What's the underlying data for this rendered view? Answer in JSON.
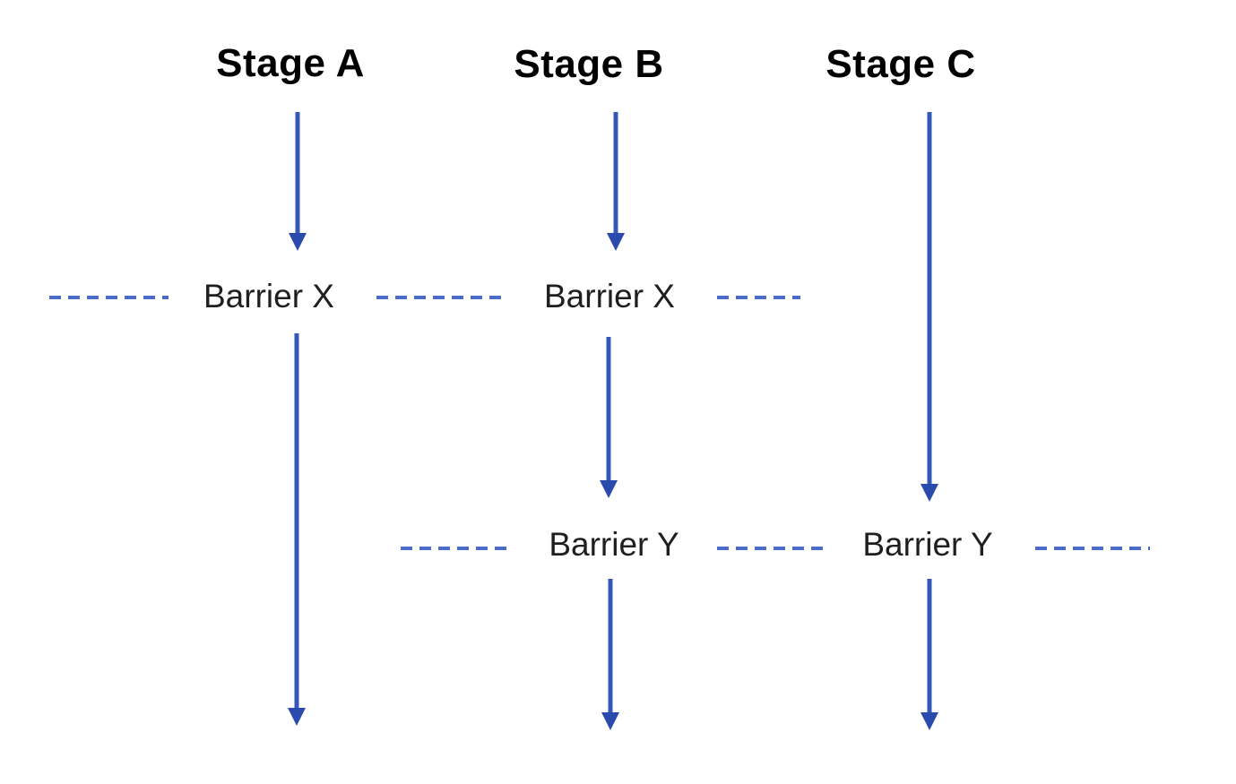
{
  "diagram": {
    "stages": [
      {
        "label": "Stage A"
      },
      {
        "label": "Stage B"
      },
      {
        "label": "Stage C"
      }
    ],
    "barriers": [
      {
        "label": "Barrier X",
        "column": "Stage A"
      },
      {
        "label": "Barrier X",
        "column": "Stage B"
      },
      {
        "label": "Barrier Y",
        "column": "Stage B"
      },
      {
        "label": "Barrier Y",
        "column": "Stage C"
      }
    ],
    "colors": {
      "arrow_stem": "#3557ba",
      "arrow_head": "#2b4aad",
      "dash_line": "#4a6bc6",
      "stage_text": "#000000",
      "barrier_text": "#1f1f1f",
      "background": "#ffffff"
    }
  }
}
